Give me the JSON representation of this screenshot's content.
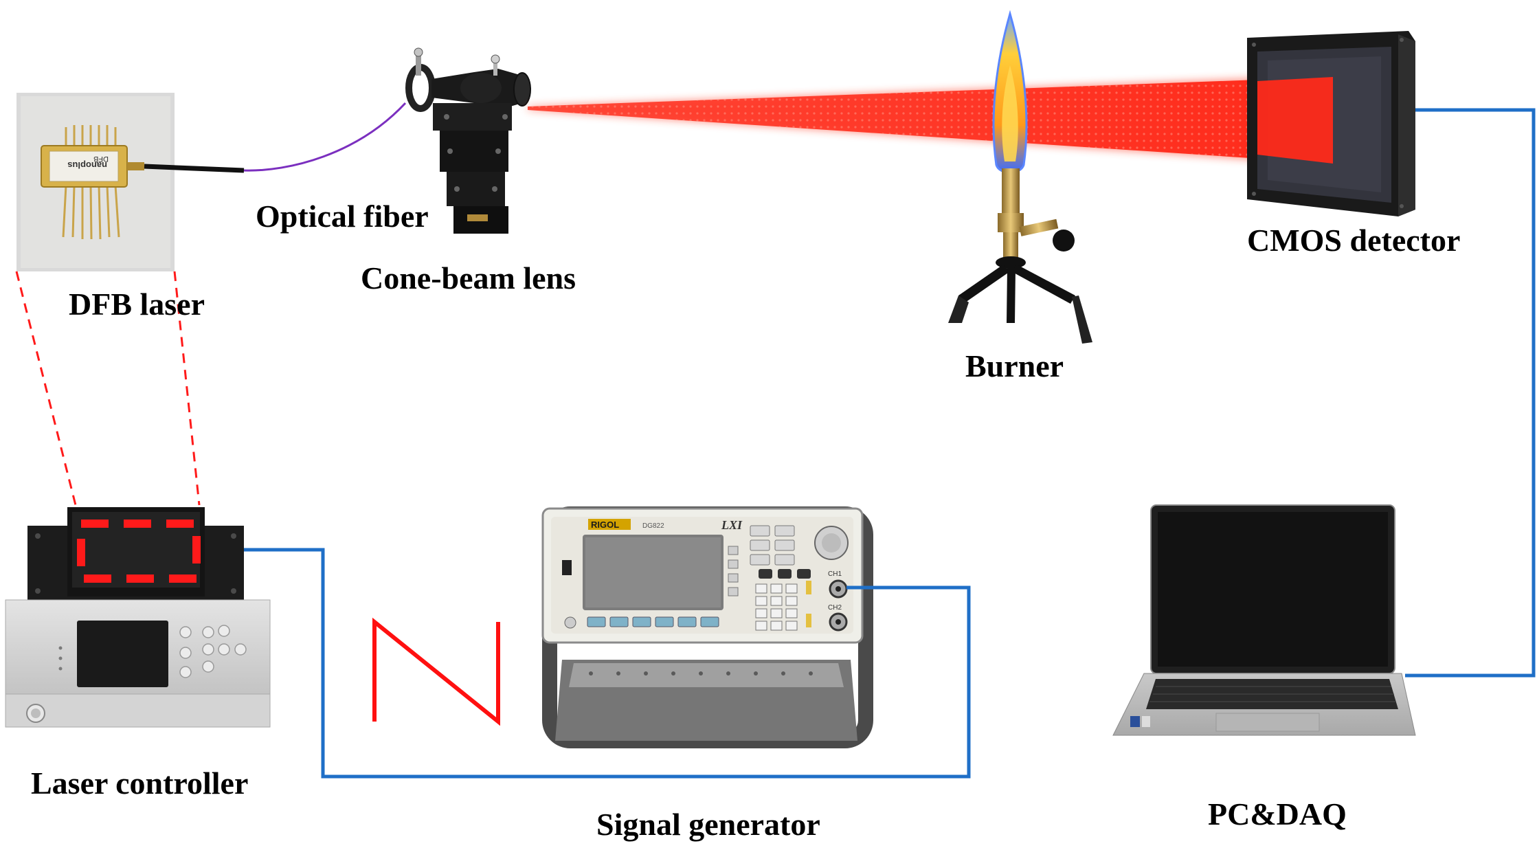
{
  "labels": {
    "dfb_laser": "DFB laser",
    "optical_fiber": "Optical fiber",
    "cone_beam_lens": "Cone-beam lens",
    "burner": "Burner",
    "cmos_detector": "CMOS detector",
    "laser_controller": "Laser controller",
    "signal_generator": "Signal generator",
    "pc_daq": "PC&DAQ"
  },
  "device_text": {
    "dfb_chip_brand": "nanoplus",
    "dfb_chip_model": "DFB",
    "generator_brand": "RIGOL",
    "generator_model": "DG822",
    "generator_badge": "LXI",
    "generator_ch1": "CH1",
    "generator_ch2": "CH2"
  },
  "colors": {
    "cable_blue": "#1f6fc7",
    "laser_red": "#ff2a1a",
    "fiber_purple": "#7b2fbf",
    "sawtooth_red": "#ff1010"
  },
  "icons": {
    "waveform": "sawtooth-wave-icon"
  }
}
